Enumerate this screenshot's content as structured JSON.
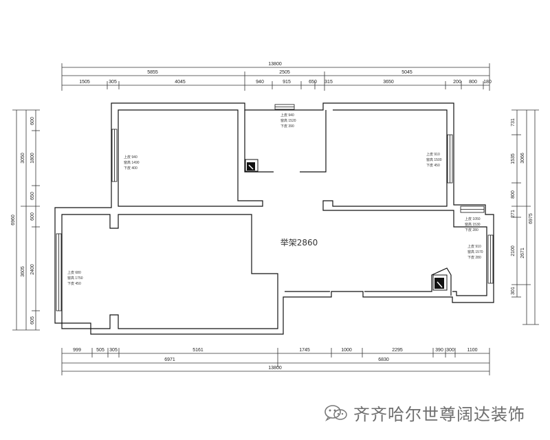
{
  "center_label": "举架2860",
  "top_dims": {
    "total": "13800",
    "mid": [
      "5855",
      "2505",
      "5045"
    ],
    "segments": [
      "1505",
      "305",
      "4045",
      "940",
      "915",
      "650",
      "315",
      "3650",
      "200",
      "800",
      "180"
    ]
  },
  "bottom_dims": {
    "segments": [
      "999",
      "505",
      "305",
      "5161",
      "1745",
      "1000",
      "2295",
      "390",
      "300",
      "1100"
    ],
    "mid": [
      "6971",
      "6830"
    ],
    "total": "13800"
  },
  "left_dims": {
    "total": "6960",
    "mid": [
      "3050",
      "3605"
    ],
    "segments": [
      "600",
      "1800",
      "650",
      "600",
      "2400",
      "605"
    ]
  },
  "right_dims": {
    "total": "6975",
    "mid": [
      "3066",
      "2671"
    ],
    "segments": [
      "731",
      "1535",
      "800",
      "271",
      "2100",
      "301"
    ]
  },
  "window_notes": {
    "top_center": [
      "上皮 940",
      "窗高 1520",
      "下皮 390"
    ],
    "left_room": [
      "上皮 940",
      "窗高 1490",
      "下皮 400"
    ],
    "right_room": [
      "上皮 910",
      "窗高 1500",
      "下皮 450"
    ],
    "right_small_upper": [
      "上皮 1050",
      "窗高 1530",
      "下皮 280"
    ],
    "right_small_lower": [
      "上皮 910",
      "窗高 1570",
      "下皮 280"
    ],
    "left_living": [
      "上皮 680",
      "窗高 1750",
      "下皮 450"
    ]
  },
  "watermark": {
    "text": "齐齐哈尔世尊阔达装饰",
    "icon": "wechat-icon"
  }
}
